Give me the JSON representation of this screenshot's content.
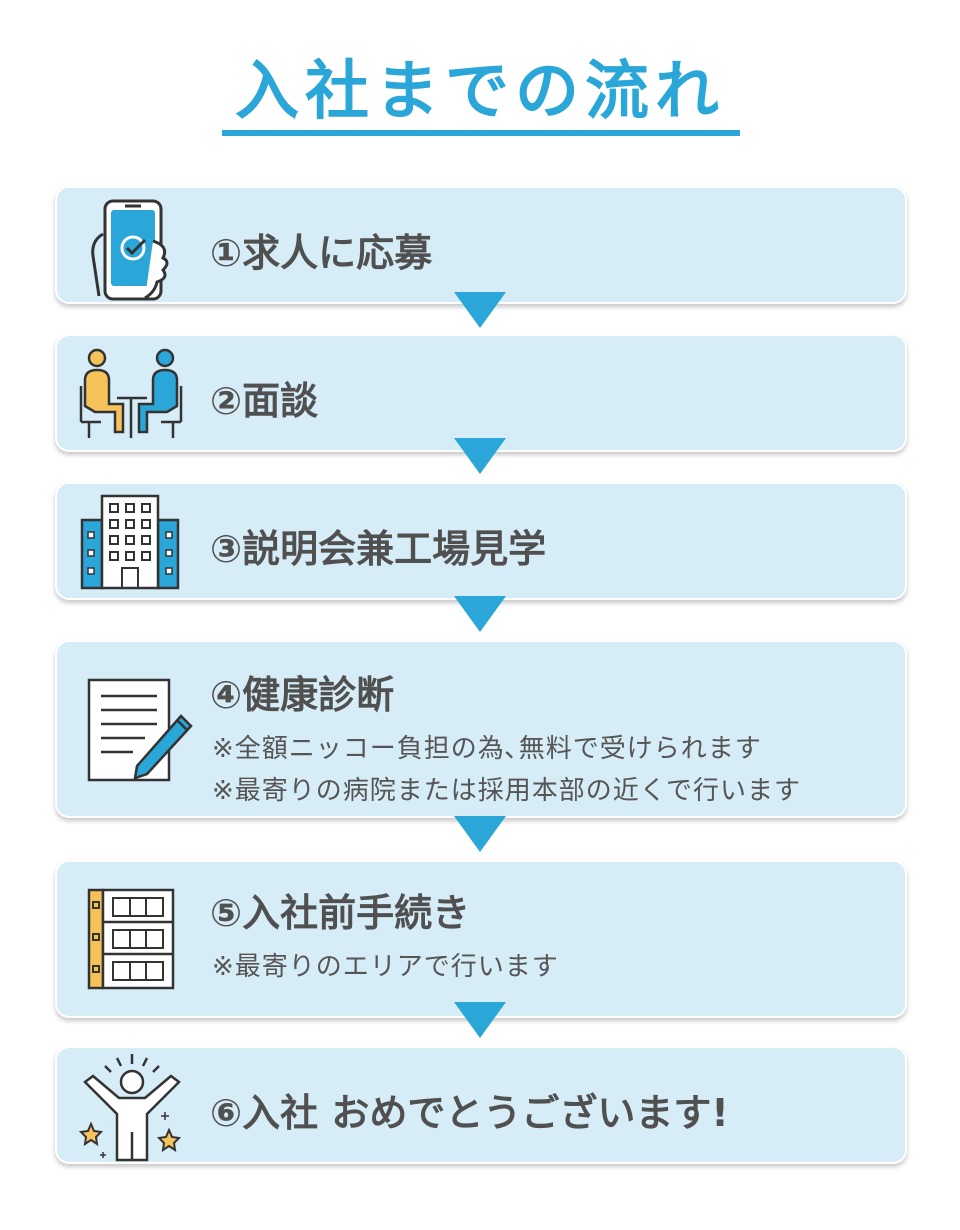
{
  "title": "入社までの流れ",
  "steps": [
    {
      "label": "①求人に応募",
      "icon": "smartphone-check-icon"
    },
    {
      "label": "②面談",
      "icon": "interview-people-icon"
    },
    {
      "label": "③説明会兼工場見学",
      "icon": "office-building-icon"
    },
    {
      "label": "④健康診断",
      "icon": "document-pen-icon",
      "notes": [
        "※全額ニッコー負担の為､無料で受けられます",
        "※最寄りの病院または採用本部の近くで行います"
      ]
    },
    {
      "label": "⑤入社前手続き",
      "icon": "apartment-building-icon",
      "notes": [
        "※最寄りのエリアで行います"
      ]
    },
    {
      "label": "⑥入社 おめでとうございます!",
      "icon": "celebrating-person-icon"
    }
  ],
  "colors": {
    "accent": "#2aa6d8",
    "card": "#d6ecf7",
    "text": "#505050",
    "yellow": "#f6c35b"
  }
}
